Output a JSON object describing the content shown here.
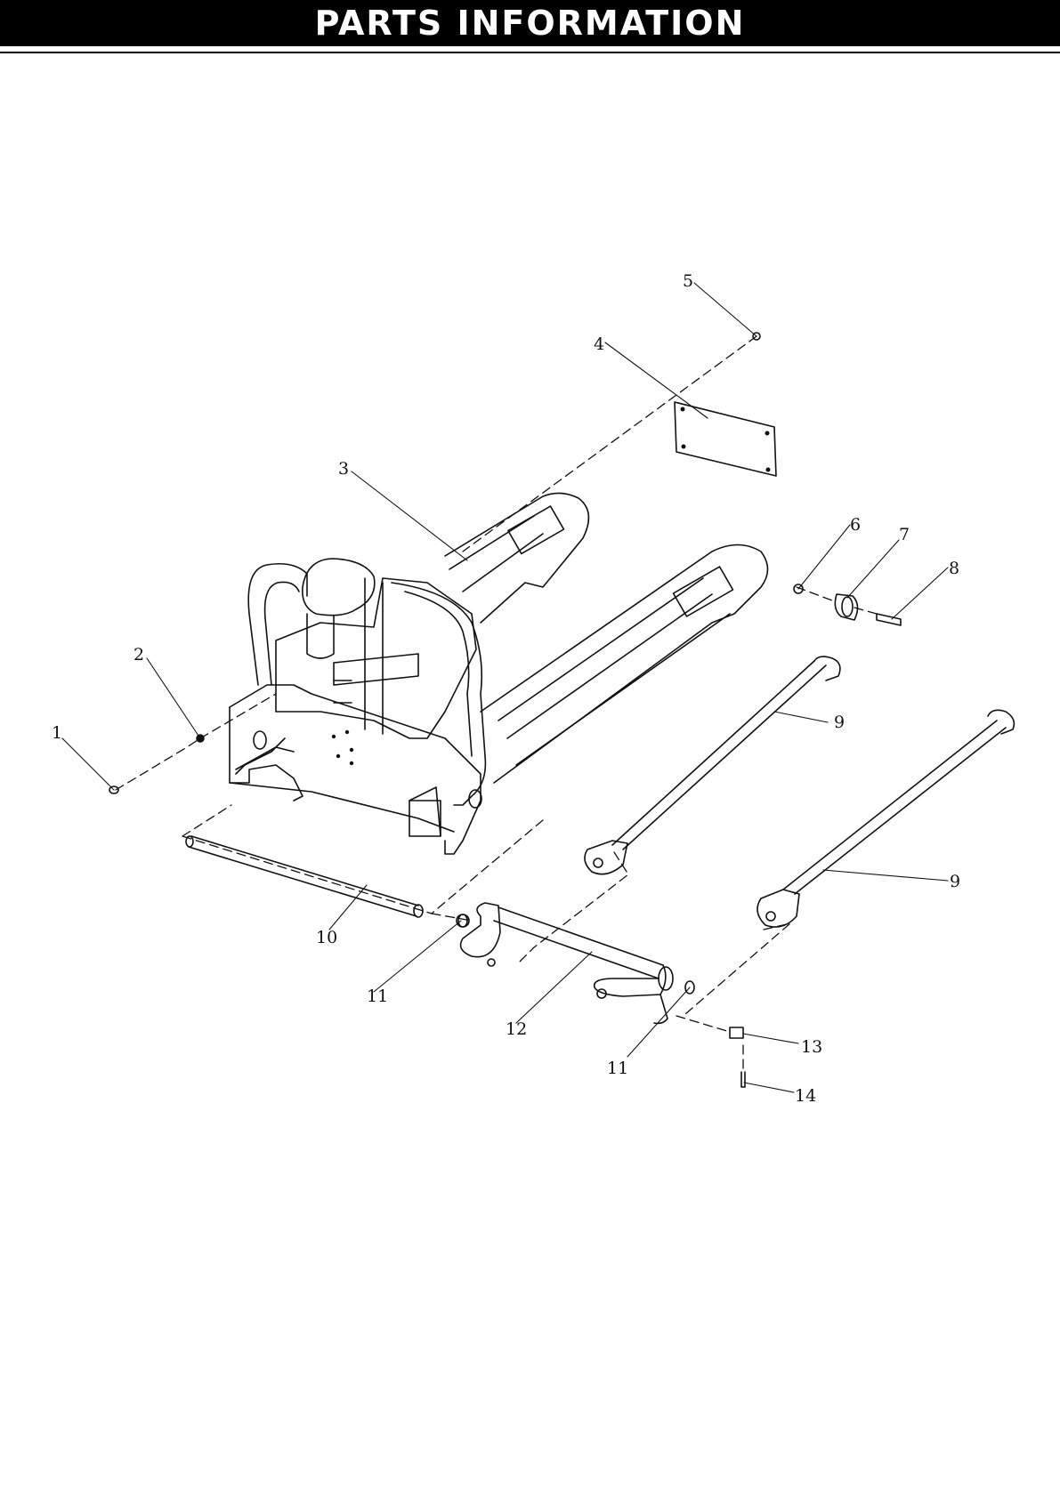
{
  "header": {
    "title": "PARTS INFORMATION"
  },
  "colors": {
    "header_bg": "#000000",
    "header_text": "#ffffff",
    "line": "#111111"
  },
  "callouts": {
    "c1": "1",
    "c2": "2",
    "c3": "3",
    "c4": "4",
    "c5": "5",
    "c6": "6",
    "c7": "7",
    "c8": "8",
    "c9a": "9",
    "c9b": "9",
    "c10": "10",
    "c11a": "11",
    "c11b": "11",
    "c12": "12",
    "c13": "13",
    "c14": "14"
  }
}
